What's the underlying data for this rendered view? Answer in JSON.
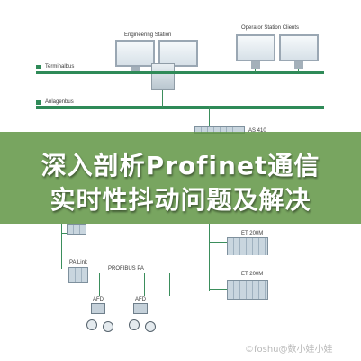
{
  "stations": {
    "engineering": "Engineering Station",
    "operator": "Operator Station Clients"
  },
  "buses": {
    "terminal": "Terminalbus",
    "plant": "Anlagenbus"
  },
  "as_label": "AS 410",
  "et_top": "ET 200M",
  "et_bottom": "ET 200M",
  "pa_link": "PA Link",
  "profibus_pa": "PROFIBUS PA",
  "afd_left": "AFD",
  "afd_right": "AFD",
  "banner": {
    "line1": "深入剖析Profinet通信",
    "line2": "实时性抖动问题及解决"
  },
  "watermark": "©foshu@数小娃小娃",
  "colors": {
    "bus": "#2f8a58",
    "banner": "#62964a"
  }
}
